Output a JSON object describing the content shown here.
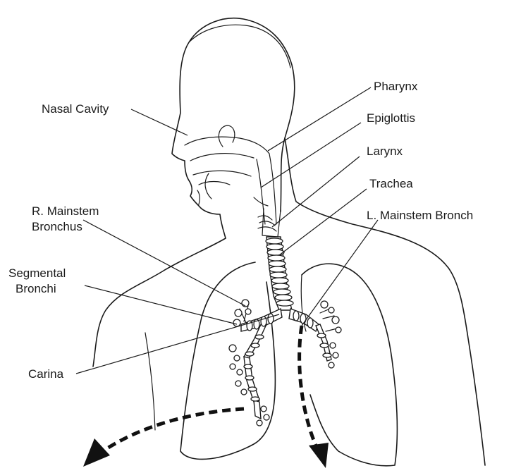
{
  "labels": {
    "nasal_cavity": "Nasal Cavity",
    "pharynx": "Pharynx",
    "epiglottis": "Epiglottis",
    "larynx": "Larynx",
    "trachea": "Trachea",
    "r_mainstem_line1": "R. Mainstem",
    "r_mainstem_line2": "Bronchus",
    "l_mainstem": "L. Mainstem Bronch",
    "segmental_line1": "Segmental",
    "segmental_line2": "Bronchi",
    "carina": "Carina"
  }
}
